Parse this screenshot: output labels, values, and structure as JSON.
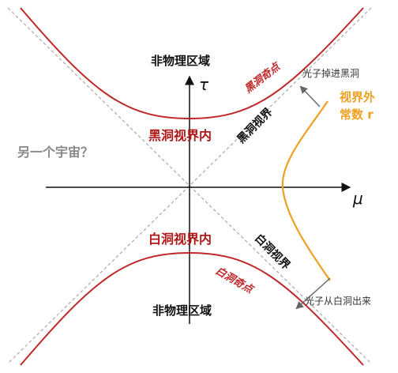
{
  "axes": {
    "tau": "τ",
    "mu": "μ"
  },
  "regions": {
    "nonphysical_top": "非物理区域",
    "nonphysical_bottom": "非物理区域",
    "bh_interior": "黑洞视界内",
    "wh_interior": "白洞视界内",
    "other_universe": "另一个宇宙？"
  },
  "horizons": {
    "bh_horizon": "黑洞视界",
    "wh_horizon": "白洞视界"
  },
  "singularities": {
    "bh": "黑洞奇点",
    "wh": "白洞奇点"
  },
  "annotations": {
    "photon_into_bh": "光子掉进黑洞",
    "photon_from_wh": "光子从白洞出来",
    "outside_line1": "视界外",
    "outside_line2": "常数 r"
  },
  "colors": {
    "singularity": "#c0282a",
    "constant_r": "#f0a020",
    "region_text": "#b01818",
    "axis": "#111111",
    "horizon_dash": "#aaaaaa"
  }
}
